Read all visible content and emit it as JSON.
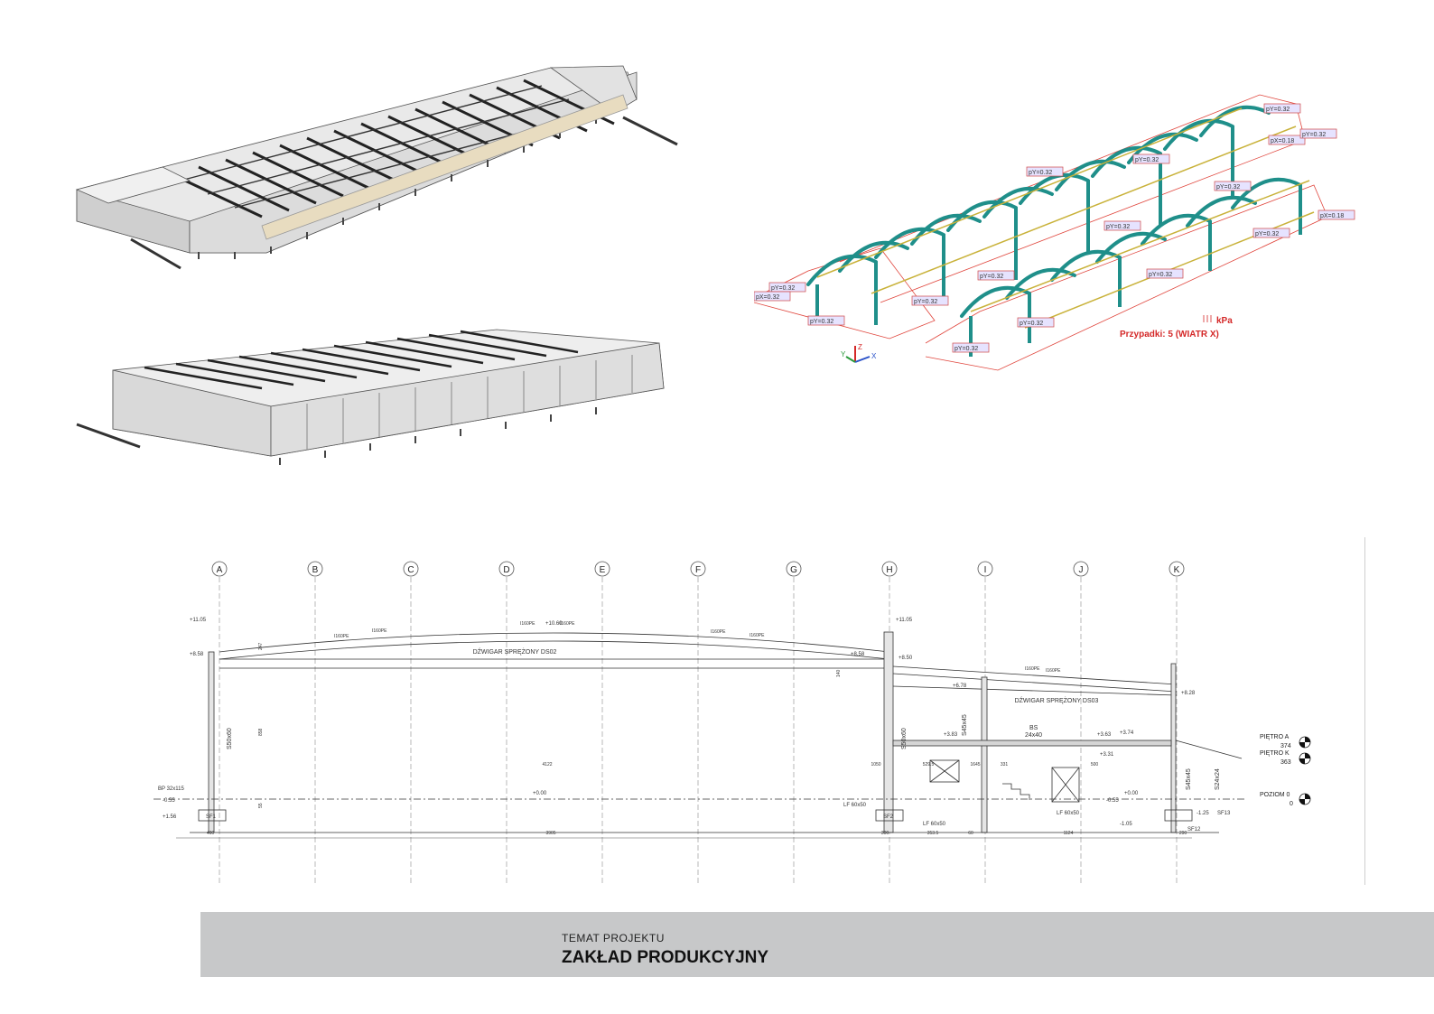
{
  "title_block": {
    "label": "TEMAT PROJEKTU",
    "title": "ZAKŁAD PRODUKCYJNY"
  },
  "analysis_model": {
    "legend_unit": "kPa",
    "case_label": "Przypadki: 5 (WIATR X)",
    "load_tags": [
      "pY=0.32",
      "pX=0.18",
      "pY=0.32",
      "pY=0.32",
      "pY=0.32",
      "pY=0.32",
      "pX=0.18",
      "pY=0.32",
      "pY=0.32",
      "pY=0.32",
      "pY=0.32",
      "pY=0.32",
      "pX=0.32",
      "pY=0.32",
      "pY=0.32",
      "pY=0.32",
      "pY=0.32"
    ],
    "axes": {
      "x": "X",
      "y": "Y",
      "z": "Z"
    },
    "colors": {
      "member": "#1f8f8a",
      "load": "#e0453c",
      "tag_bg": "#e6e3ff",
      "tag_border": "#d04848",
      "case": "#d42828"
    }
  },
  "section": {
    "grid_labels": [
      "A",
      "B",
      "C",
      "D",
      "E",
      "F",
      "G",
      "H",
      "I",
      "J",
      "K"
    ],
    "beam_left": "DŹWIGAR SPRĘŻONY DS02",
    "beam_right": "DŹWIGAR SPRĘŻONY DS03",
    "purlin": "I160PE",
    "top_elev": "+10.60",
    "elevations_left": [
      "+11.05",
      "+8.58",
      "-0.55",
      "+1.56"
    ],
    "elevations_right": [
      "+11.05",
      "+8.58",
      "+8.50",
      "+6.78",
      "+8.28",
      "+3.63",
      "+3.83",
      "+3.74",
      "+3.31",
      "+0.00",
      "-0.55",
      "-1.25",
      "-1.05"
    ],
    "center_elev": "+0.00",
    "columns": [
      "S50x60",
      "S50x60",
      "S45x45",
      "S45x45",
      "S24x24"
    ],
    "beam_bs": "BS",
    "beam_bs_size": "24x40",
    "footings": [
      "SF1",
      "SF2",
      "SF13",
      "SF12"
    ],
    "ground_beams": [
      "LF 60x50",
      "LF 60x50",
      "LF 60x50"
    ],
    "plate": "BP 32x115",
    "dims_bottom": [
      "400",
      "3905",
      "300",
      "353.5",
      "60",
      "1124",
      "290"
    ],
    "dims_left_vert": [
      "247",
      "858",
      "140",
      "55"
    ],
    "dims_mid": [
      "4122",
      "529.5",
      "331",
      "500",
      "1645",
      "1050"
    ],
    "levels": [
      {
        "name": "PIĘTRO A",
        "value": "374"
      },
      {
        "name": "PIĘTRO K",
        "value": "363"
      },
      {
        "name": "POZIOM 0",
        "value": "0"
      }
    ]
  }
}
